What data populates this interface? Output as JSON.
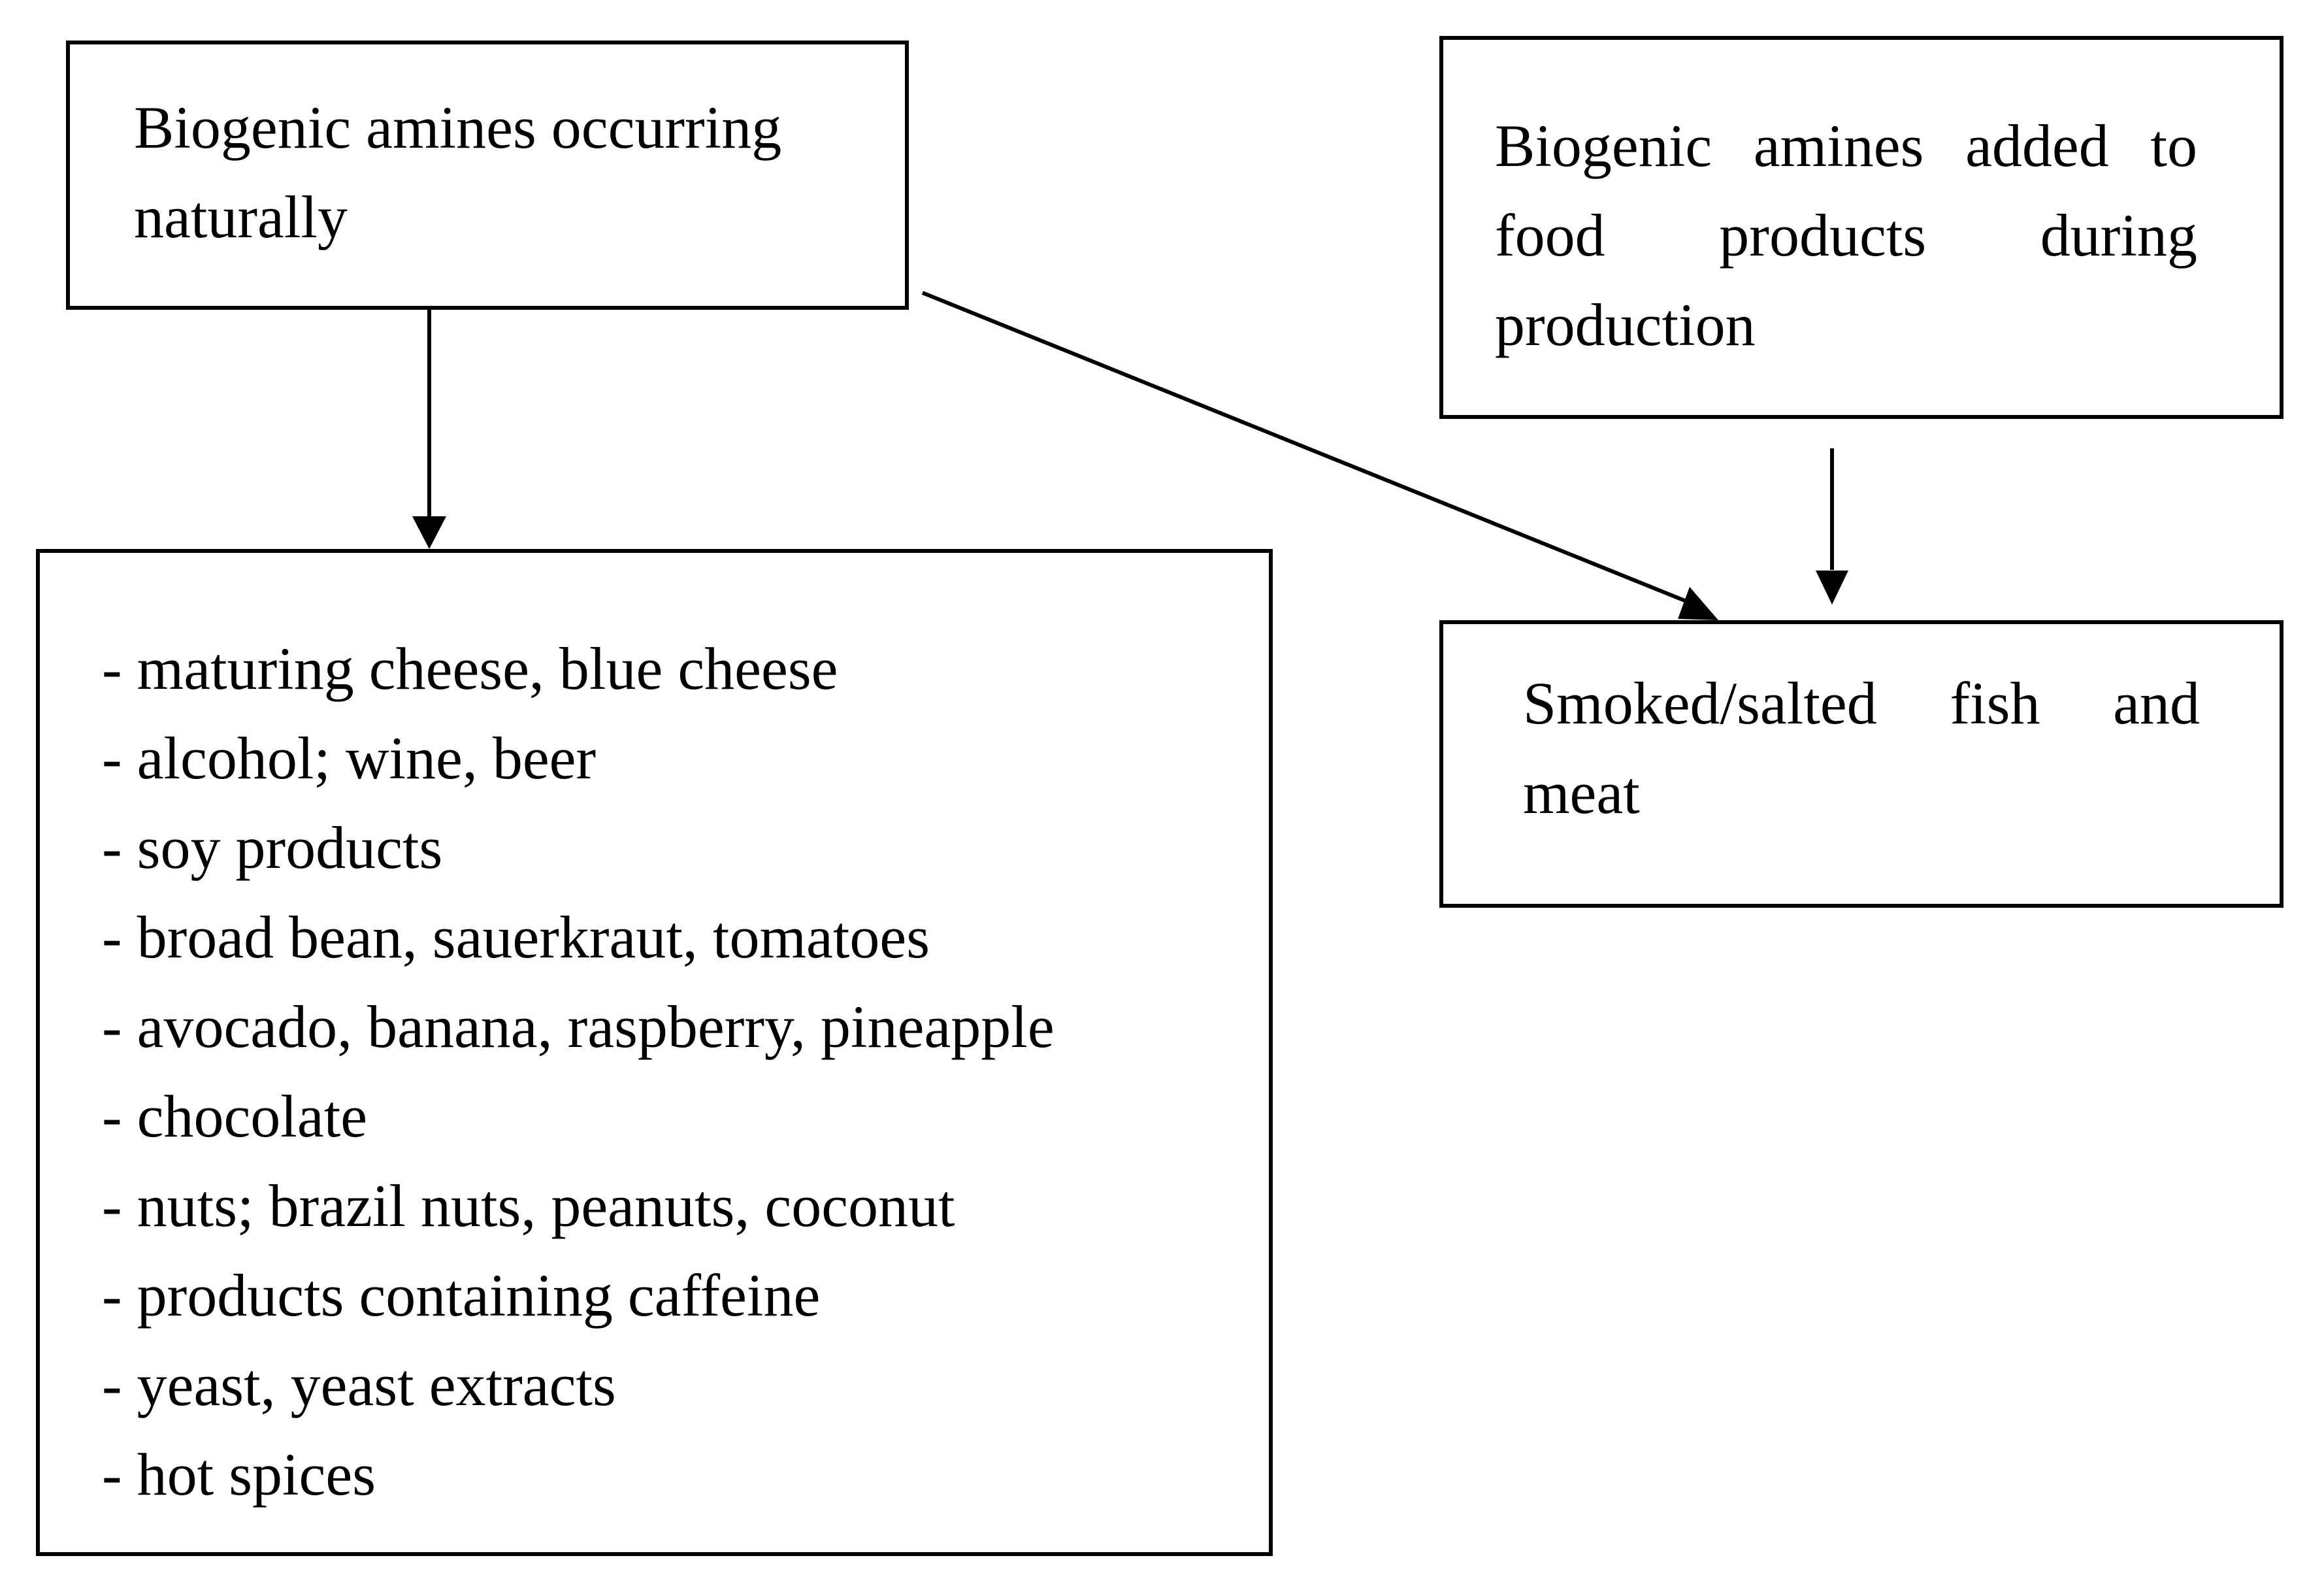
{
  "boxes": {
    "natural": {
      "label": "Biogenic amines occurring naturally"
    },
    "added": {
      "label": "Biogenic amines added to food products during production"
    },
    "fish": {
      "label": "Smoked/salted fish and meat"
    }
  },
  "food_list": [
    "- maturing cheese, blue cheese",
    "- alcohol; wine, beer",
    "- soy products",
    "- broad bean, sauerkraut, tomatoes",
    "- avocado, banana, raspberry, pineapple",
    "- chocolate",
    "- nuts; brazil nuts, peanuts, coconut",
    "- products containing caffeine",
    "- yeast, yeast extracts",
    "- hot spices"
  ]
}
